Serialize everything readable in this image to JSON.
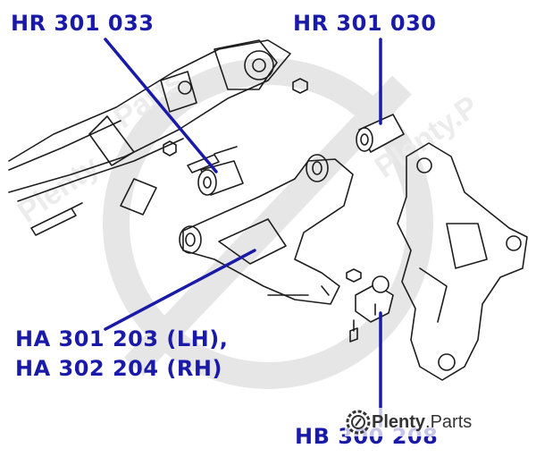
{
  "colors": {
    "label": "#1a1aa8",
    "leader": "#1a1aa8",
    "drawing": "#1e1e1e",
    "watermark": "#e3e3e3"
  },
  "labels": {
    "hr_301_033": "HR 301 033",
    "hr_301_030": "HR 301 030",
    "ha_lh": "HA 301 203 (LH),",
    "ha_rh": "HA 302 204 (RH)",
    "hb_300_208": "HB 300 208"
  },
  "watermark": {
    "brand_bold": "Plenty",
    "brand_rest": ".Parts",
    "logo_icon": "plenty-parts-gear-logo"
  }
}
